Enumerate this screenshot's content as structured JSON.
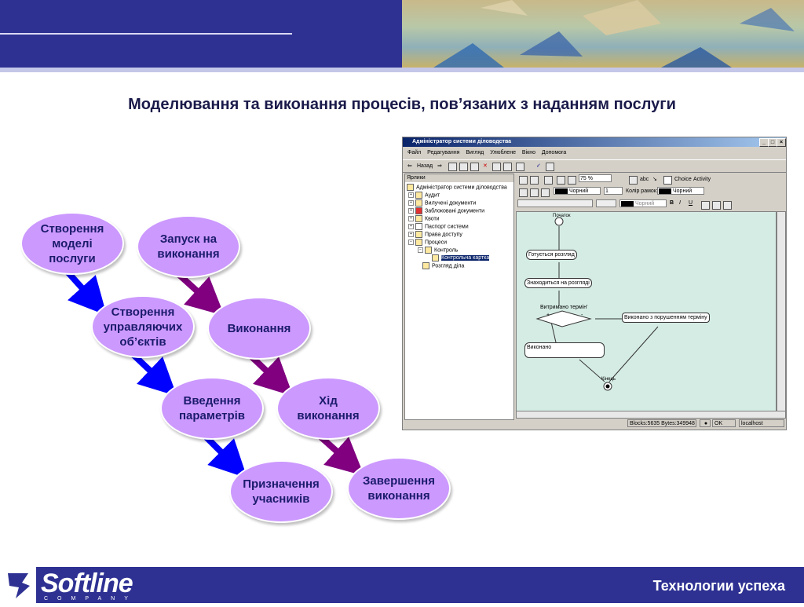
{
  "slide": {
    "title": "Моделювання та виконання процесів, пов’язаних з наданням послуги"
  },
  "flow": {
    "nodes": [
      {
        "id": "n1",
        "label": "Створення\nмоделі\nпослуги"
      },
      {
        "id": "n2",
        "label": "Створення\nуправляючих\nоб’єктів"
      },
      {
        "id": "n3",
        "label": "Введення\nпараметрів"
      },
      {
        "id": "n4",
        "label": "Призначення\nучасників"
      },
      {
        "id": "n5",
        "label": "Запуск на\nвиконання"
      },
      {
        "id": "n6",
        "label": "Виконання"
      },
      {
        "id": "n7",
        "label": "Хід\nвиконання"
      },
      {
        "id": "n8",
        "label": "Завершення\nвиконання"
      }
    ],
    "colors": {
      "node": "#cc99ff",
      "arrow_left": "#0000ff",
      "arrow_right": "#800080"
    }
  },
  "app": {
    "title": "Адміністратор системи діловодства",
    "menu": [
      "Файл",
      "Редагування",
      "Вигляд",
      "Улюблене",
      "Вікно",
      "Допомога"
    ],
    "toolbar": {
      "back": "Назад"
    },
    "tree": {
      "header": "Ярлики",
      "items": [
        "Адміністратор системи діловодства",
        "Аудит",
        "Вилучені документи",
        "Заблоковані документи",
        "Квоти",
        "Паспорт системи",
        "Права доступу",
        "Процеси",
        "Контроль",
        "Контрольна картка",
        "Розгляд діла"
      ]
    },
    "props": {
      "zoom": "75 %",
      "abc": "abc",
      "choice": "Choice",
      "activity": "Activity",
      "color1": "Чорний",
      "line_width": "1",
      "border_color_label": "Колір рамок:",
      "color2": "Чорний",
      "color3": "Чорний",
      "bold": "B",
      "italic": "I",
      "underline": "U"
    },
    "diagram": {
      "start_label": "Початок",
      "states": [
        "Готується розгляд",
        "Знаходиться на розгляді",
        "Виконано з порушенням терміну",
        "Виконано"
      ],
      "decision": "Витримано термін'",
      "plus": "+",
      "minus": "-",
      "end_label": "Кінець"
    },
    "status": {
      "blocks": "Blocks:5635 Bytes:349948",
      "ok": "OK",
      "host": "localhost"
    }
  },
  "footer": {
    "logo_main": "Softline",
    "logo_sub": "COMPANY",
    "slogan": "Технологии успеха"
  }
}
